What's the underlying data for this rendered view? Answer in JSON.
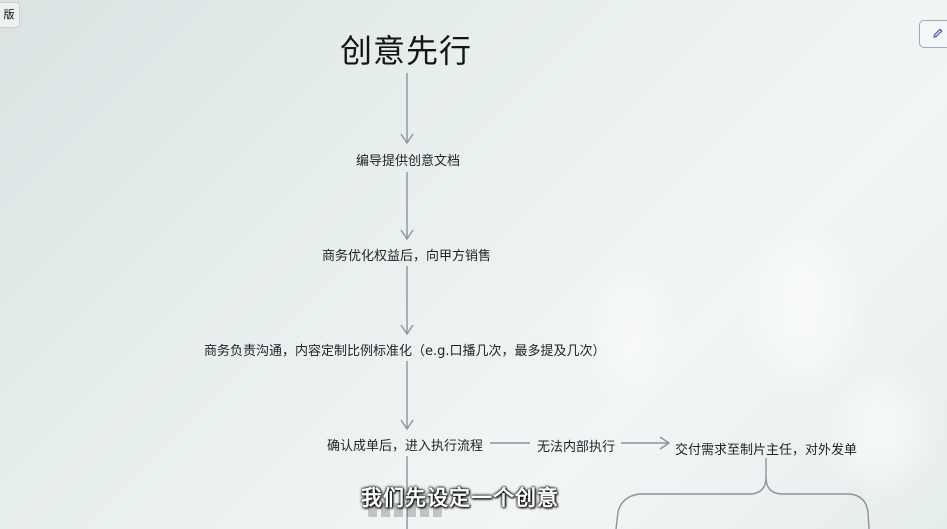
{
  "corner": {
    "label": "版"
  },
  "toolbar": {
    "edit_icon": "pen-icon"
  },
  "flow": {
    "title": "创意先行",
    "steps": [
      {
        "label": "编导提供创意文档"
      },
      {
        "label": "商务优化权益后，向甲方销售"
      },
      {
        "label": "商务负责沟通，内容定制比例标准化（e.g.口播几次，最多提及几次）"
      },
      {
        "label": "确认成单后，进入执行流程"
      }
    ],
    "edge_label": "无法内部执行",
    "side_step": {
      "label": "交付需求至制片主任，对外发单"
    }
  },
  "subtitle": "我们先设定一个创意",
  "colors": {
    "background": "#e7eeee",
    "line": "#8d9496",
    "text": "#1e2224",
    "subtitle": "#ffffff"
  }
}
